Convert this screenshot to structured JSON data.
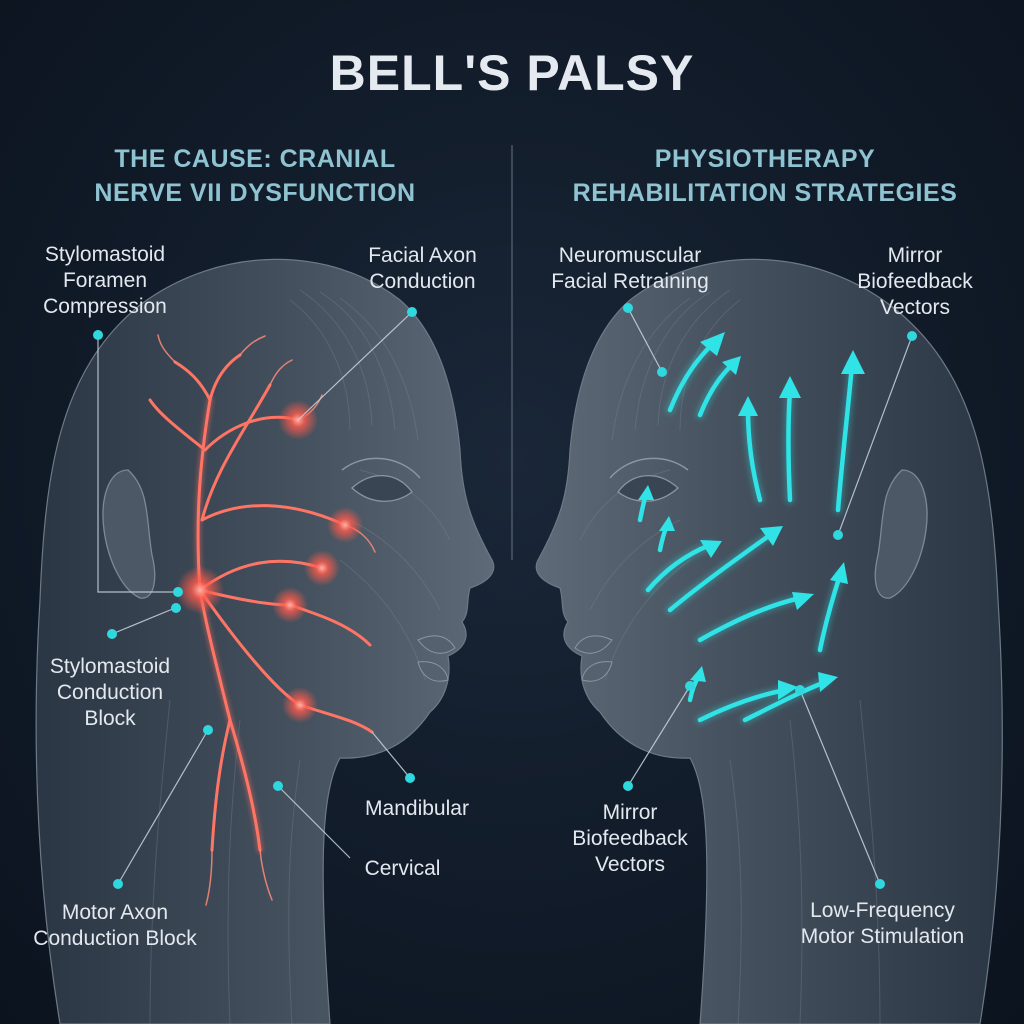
{
  "title": "BELL'S PALSY",
  "left_panel": {
    "heading_lines": [
      "THE CAUSE: CRANIAL",
      "NERVE VII DYSFUNCTION"
    ],
    "labels": {
      "stylomastoid_foramen": [
        "Stylomastoid",
        "Foramen",
        "Compression"
      ],
      "facial_axon": [
        "Facial Axon",
        "Conduction"
      ],
      "stylomastoid_block": [
        "Stylomastoid",
        "Conduction",
        "Block"
      ],
      "mandibular": [
        "Mandibular"
      ],
      "cervical": [
        "Cervical"
      ],
      "motor_axon": [
        "Motor Axon",
        "Conduction Block"
      ]
    }
  },
  "right_panel": {
    "heading_lines": [
      "PHYSIOTHERAPY",
      "REHABILITATION STRATEGIES"
    ],
    "labels": {
      "neuromuscular": [
        "Neuromuscular",
        "Facial Retraining"
      ],
      "mirror_top": [
        "Mirror",
        "Biofeedback",
        "Vectors"
      ],
      "mirror_bottom": [
        "Mirror",
        "Biofeedback",
        "Vectors"
      ],
      "low_frequency": [
        "Low-Frequency",
        "Motor Stimulation"
      ]
    }
  },
  "colors": {
    "nerve": "#ff6a5c",
    "arrow": "#2fe3e6",
    "callout_dot": "#2fd8de",
    "heading": "#8fc3d1"
  }
}
